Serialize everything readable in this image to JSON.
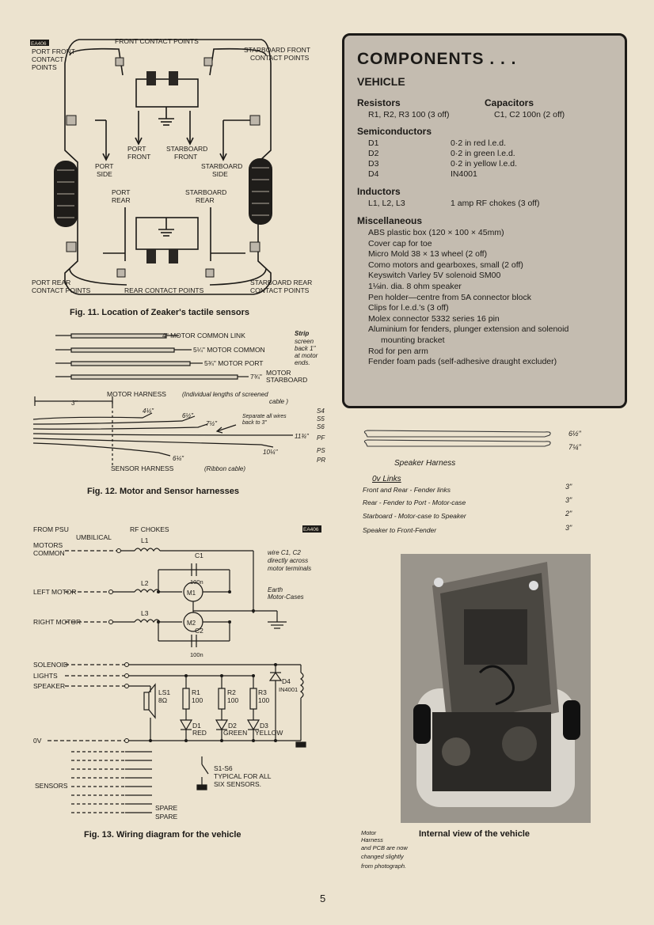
{
  "fig11": {
    "badge": "EA406",
    "port_front_contact_points": [
      "PORT FRONT",
      "CONTACT",
      "POINTS"
    ],
    "front_contact_points": "FRONT CONTACT POINTS",
    "starboard_front_contact_points": [
      "STARBOARD FRONT",
      "CONTACT POINTS"
    ],
    "port_front": [
      "PORT",
      "FRONT"
    ],
    "starboard_front": [
      "STARBOARD",
      "FRONT"
    ],
    "port_side": [
      "PORT",
      "SIDE"
    ],
    "starboard_side": [
      "STARBOARD",
      "SIDE"
    ],
    "port_rear": [
      "PORT",
      "REAR"
    ],
    "starboard_rear": [
      "STARBOARD",
      "REAR"
    ],
    "port_rear_contact_points": [
      "PORT REAR",
      "CONTACT POINTS"
    ],
    "rear_contact_points": "REAR CONTACT POINTS",
    "starboard_rear_contact_points": [
      "STARBOARD REAR",
      "CONTACT POINTS"
    ],
    "caption": "Fig. 11. Location of Zeaker's tactile sensors"
  },
  "fig12": {
    "motor_common_link": "4\" MOTOR COMMON LINK",
    "motor_common": "5¼\" MOTOR COMMON",
    "motor_port": "5¾\" MOTOR PORT",
    "motor_starboard_len": "7¾\"",
    "motor_starboard": [
      "MOTOR",
      "STARBOARD"
    ],
    "strip_note": [
      "Strip",
      "screen",
      "back 1\"",
      "at motor",
      "ends."
    ],
    "motor_harness": "MOTOR HARNESS",
    "motor_harness_note": [
      "(Individual lengths of screened",
      "cable )"
    ],
    "dim_3": "3\"",
    "len_4_25": "4¼\"",
    "len_6_5": "6½\"",
    "len_7_5": "7½\"",
    "separate_note": [
      "Separate all wires",
      "back to 3\""
    ],
    "len_11_75": "11¾\"",
    "len_10_25": "10¼\"",
    "len_6_25": "6¼\"",
    "side_labels": [
      "S4",
      "S5",
      "S6",
      "PF",
      "PS",
      "PR"
    ],
    "sensor_harness": "SENSOR HARNESS",
    "ribbon_note": "(Ribbon cable)",
    "caption": "Fig. 12. Motor and Sensor harnesses"
  },
  "fig13": {
    "from_psu": "FROM PSU",
    "rf_chokes": "RF CHOKES",
    "badge": "EA406",
    "umbilical": "UMBILICAL",
    "l1": "L1",
    "l2": "L2",
    "l3": "L3",
    "c1": "C1",
    "c1_val": "100n",
    "c2": "C2",
    "c2_val": "100n",
    "m1": "M1",
    "m2": "M2",
    "wire_note": [
      "wire C1, C2",
      "directly across",
      "motor terminals"
    ],
    "earth_note": [
      "Earth",
      "Motor-Cases"
    ],
    "motors_common": [
      "MOTORS",
      "COMMON"
    ],
    "left_motor": "LEFT MOTOR",
    "right_motor": "RIGHT MOTOR",
    "solenoid": "SOLENOID",
    "lights": "LIGHTS",
    "speaker": "SPEAKER",
    "ls1": "LS1",
    "ls1_val": "8Ω",
    "r1": "R1",
    "r2": "R2",
    "r3": "R3",
    "r_val": "100",
    "d1": "D1",
    "d1_col": "RED",
    "d2": "D2",
    "d2_col": "GREEN",
    "d3": "D3",
    "d3_col": "YELLOW",
    "d4": "D4",
    "d4_val": "IN4001",
    "ov": "0V",
    "sensors": "SENSORS",
    "spare": "SPARE",
    "switch_note": [
      "S1-S6",
      "TYPICAL FOR ALL",
      "SIX SENSORS."
    ],
    "caption": "Fig. 13. Wiring diagram for the vehicle"
  },
  "components": {
    "title": "COMPONENTS . . .",
    "subtitle": "VEHICLE",
    "resistors_head": "Resistors",
    "resistors_line": "R1, R2, R3   100 (3 off)",
    "capacitors_head": "Capacitors",
    "capacitors_line": "C1, C2   100n (2 off)",
    "semis_head": "Semiconductors",
    "semis": [
      {
        "ref": "D1",
        "desc": "0·2 in red l.e.d."
      },
      {
        "ref": "D2",
        "desc": "0·2 in green l.e.d."
      },
      {
        "ref": "D3",
        "desc": "0·2 in yellow l.e.d."
      },
      {
        "ref": "D4",
        "desc": "IN4001"
      }
    ],
    "inductors_head": "Inductors",
    "inductors": {
      "ref": "L1, L2, L3",
      "desc": "1 amp RF chokes (3 off)"
    },
    "misc_head": "Miscellaneous",
    "misc": [
      "ABS plastic box (120 × 100 × 45mm)",
      "Cover cap for toe",
      "Micro Mold 38 × 13 wheel (2 off)",
      "Como motors and gearboxes, small (2 off)",
      "Keyswitch Varley 5V solenoid SM00",
      "1⅛in. dia. 8 ohm speaker",
      "Pen holder—centre from 5A connector block",
      "Clips for l.e.d.'s (3 off)",
      "Molex connector 5332 series 16 pin",
      "Aluminium for fenders, plunger extension and solenoid",
      "mounting bracket",
      "Rod for pen arm",
      "Fender foam pads (self-adhesive draught excluder)"
    ]
  },
  "speaker_notes": {
    "len_6_5": "6½\"",
    "len_7_25": "7¼\"",
    "speaker_harness": "Speaker Harness",
    "ov_links": "0v Links",
    "links": [
      {
        "text": "Front and Rear - Fender links",
        "len": "3\""
      },
      {
        "text": "Rear - Fender to Port - Motor-case",
        "len": "3\""
      },
      {
        "text": "Starboard - Motor-case to Speaker",
        "len": "2\""
      },
      {
        "text": "Speaker to Front-Fender",
        "len": "3\""
      }
    ]
  },
  "photo": {
    "note": [
      "Motor",
      "Harness",
      "and PCB are now",
      "changed slightly",
      "from photograph."
    ],
    "caption": "Internal view of the vehicle"
  },
  "page_number": "5"
}
